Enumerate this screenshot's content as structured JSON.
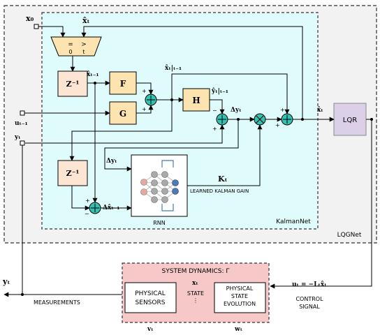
{
  "outer_label": "LQGNet",
  "inner_label": "KalmanNet",
  "rnn_label": "RNN",
  "lqr_label": "LQR",
  "blocks": {
    "delay_top": "Z⁻¹",
    "delay_bottom": "Z⁻¹",
    "F": "F",
    "G": "G",
    "H": "H"
  },
  "selector": {
    "left": "=",
    "right": ">",
    "bottom_left": "0",
    "bottom_right": "t"
  },
  "signals": {
    "x0": "x₀",
    "xhat_t_top": "x̂ₜ",
    "xhat_prev": "x̂ₜ₋₁",
    "xhat_pred": "x̂ₜ|ₜ₋₁",
    "yhat_pred": "ŷₜ|ₜ₋₁",
    "dy_t": "Δyₜ",
    "dy_t_rnn": "Δyₜ",
    "xhat_out": "x̂ₜ",
    "u_prev": "uₜ₋₁",
    "y_t_in": "yₜ",
    "K_t": "Kₜ",
    "learned_gain": "LEARNED KALMAN GAIN",
    "dxhat_prev": "Δx̂ₜ₋₁",
    "y_t_out": "yₜ",
    "measurements": "MEASUREMENTS",
    "u_law": "uₜ = −Lₜx̂ₜ",
    "control_signal_1": "CONTROL",
    "control_signal_2": "SIGNAL",
    "v_t": "vₜ",
    "w_t": "wₜ",
    "x_t": "xₜ"
  },
  "system": {
    "title": "SYSTEM DYNAMICS: Γ",
    "sensors_1": "PHYSICAL",
    "sensors_2": "SENSORS",
    "state_label": "STATE",
    "state_dots": "⋮",
    "evo_1": "PHYSICAL",
    "evo_2": "STATE",
    "evo_3": "EVOLUTION"
  },
  "colors": {
    "outer_bg": "#f2f2f2",
    "inner_bg": "#e0fbfb",
    "block_fill": "#fce3b0",
    "delay_fill": "#fde5d3",
    "sum_fill": "#33c2b2",
    "lqr_fill": "#dccfe8",
    "system_fill": "#f6c8c8",
    "node_red": "#e8a8a0",
    "node_gray": "#a9a9a9",
    "node_blue": "#4a7cb5"
  }
}
